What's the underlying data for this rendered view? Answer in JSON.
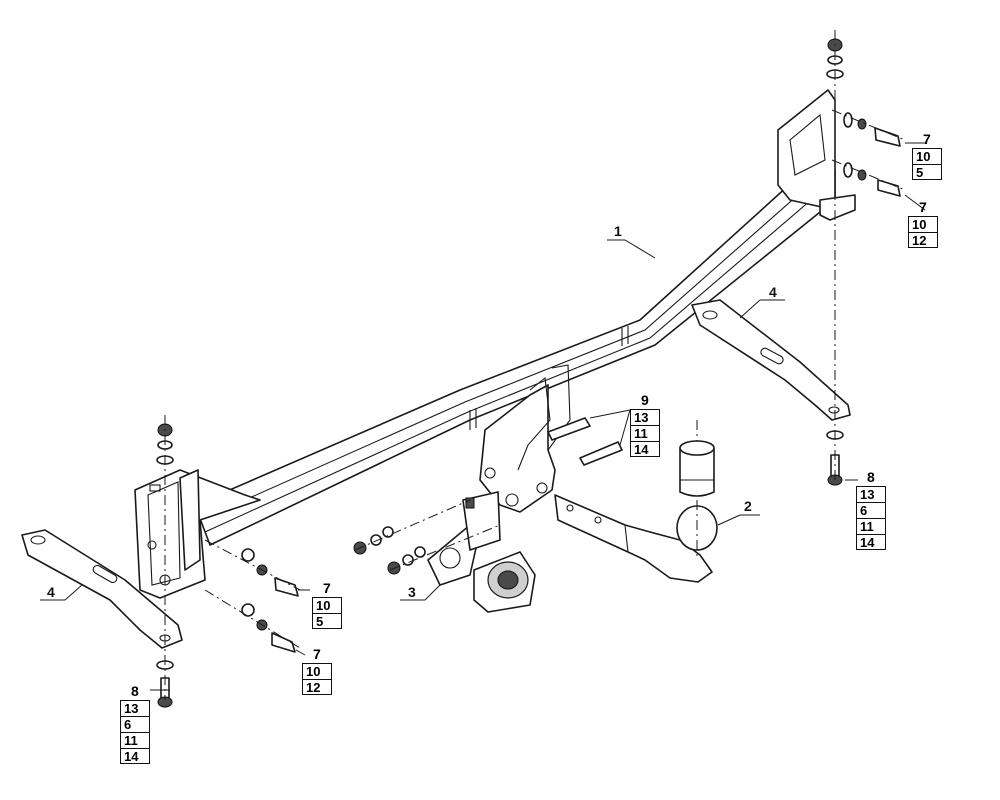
{
  "diagram": {
    "part_labels": {
      "beam": "1",
      "ball": "2",
      "socket": "3",
      "bracket_right": "4",
      "bracket_left": "4"
    },
    "callouts": {
      "right_upper": [
        "7",
        "10",
        "5"
      ],
      "right_lower": [
        "7",
        "10",
        "12"
      ],
      "right_bottom": [
        "8",
        "13",
        "6",
        "11",
        "14"
      ],
      "center": [
        "9",
        "13",
        "11",
        "14"
      ],
      "left_upper": [
        "7",
        "10",
        "5"
      ],
      "left_lower": [
        "7",
        "10",
        "12"
      ],
      "left_bottom": [
        "8",
        "13",
        "6",
        "11",
        "14"
      ]
    }
  }
}
